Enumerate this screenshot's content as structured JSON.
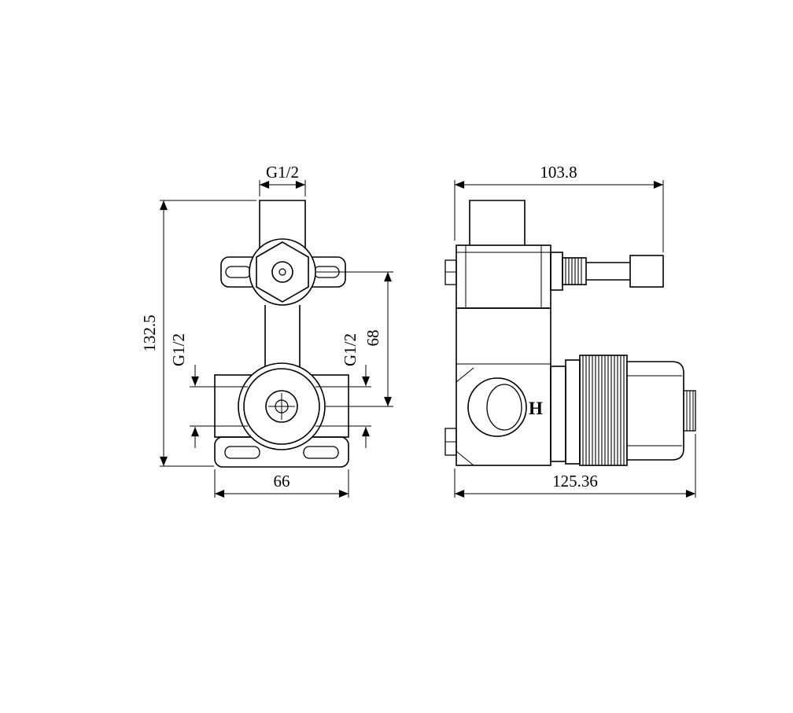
{
  "canvas": {
    "background": "#ffffff",
    "line_color": "#000000"
  },
  "front_view": {
    "dims": {
      "pipe_thread": "G1/2",
      "total_height": "132.5",
      "left_port_thread": "G1/2",
      "outlet_port_thread": "G1/2",
      "port_center_distance": "68",
      "body_width": "66"
    }
  },
  "side_view": {
    "dims": {
      "top_depth": "103.8",
      "overall_depth": "125.36"
    },
    "labels": {
      "hot_port": "H"
    }
  }
}
